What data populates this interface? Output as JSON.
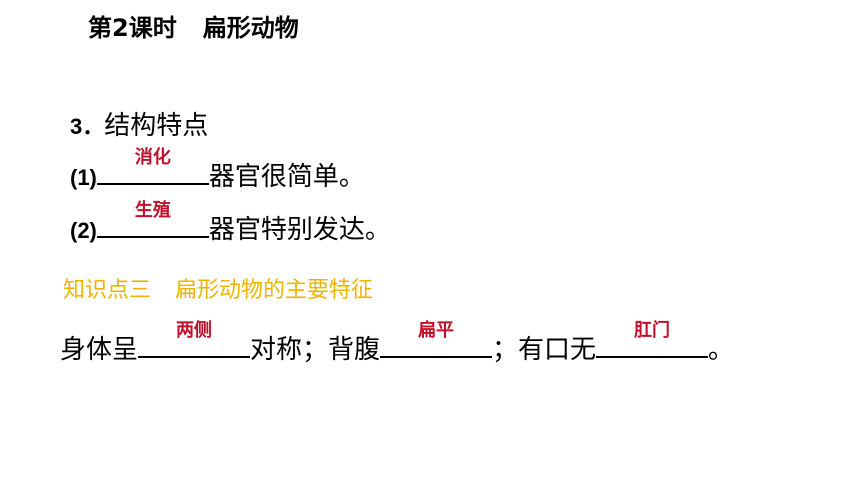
{
  "header": {
    "lesson": "第2课时",
    "topic": "扁形动物"
  },
  "structure": {
    "heading_num": "3．",
    "heading_text": "结构特点",
    "items": [
      {
        "num": "(1)",
        "answer": "消化",
        "text": "器官很简单。"
      },
      {
        "num": "(2)",
        "answer": "生殖",
        "text": "器官特别发达。"
      }
    ]
  },
  "section": {
    "label": "知识点三",
    "text": "扁形动物的主要特征"
  },
  "sentence": {
    "part1": "身体呈",
    "answer1": "两侧",
    "part2": "对称；背腹",
    "answer2": "扁平",
    "part3": "；有口无",
    "answer3": "肛门",
    "part4": "。"
  },
  "colors": {
    "answer": "#c0102a",
    "section": "#f0b400"
  }
}
